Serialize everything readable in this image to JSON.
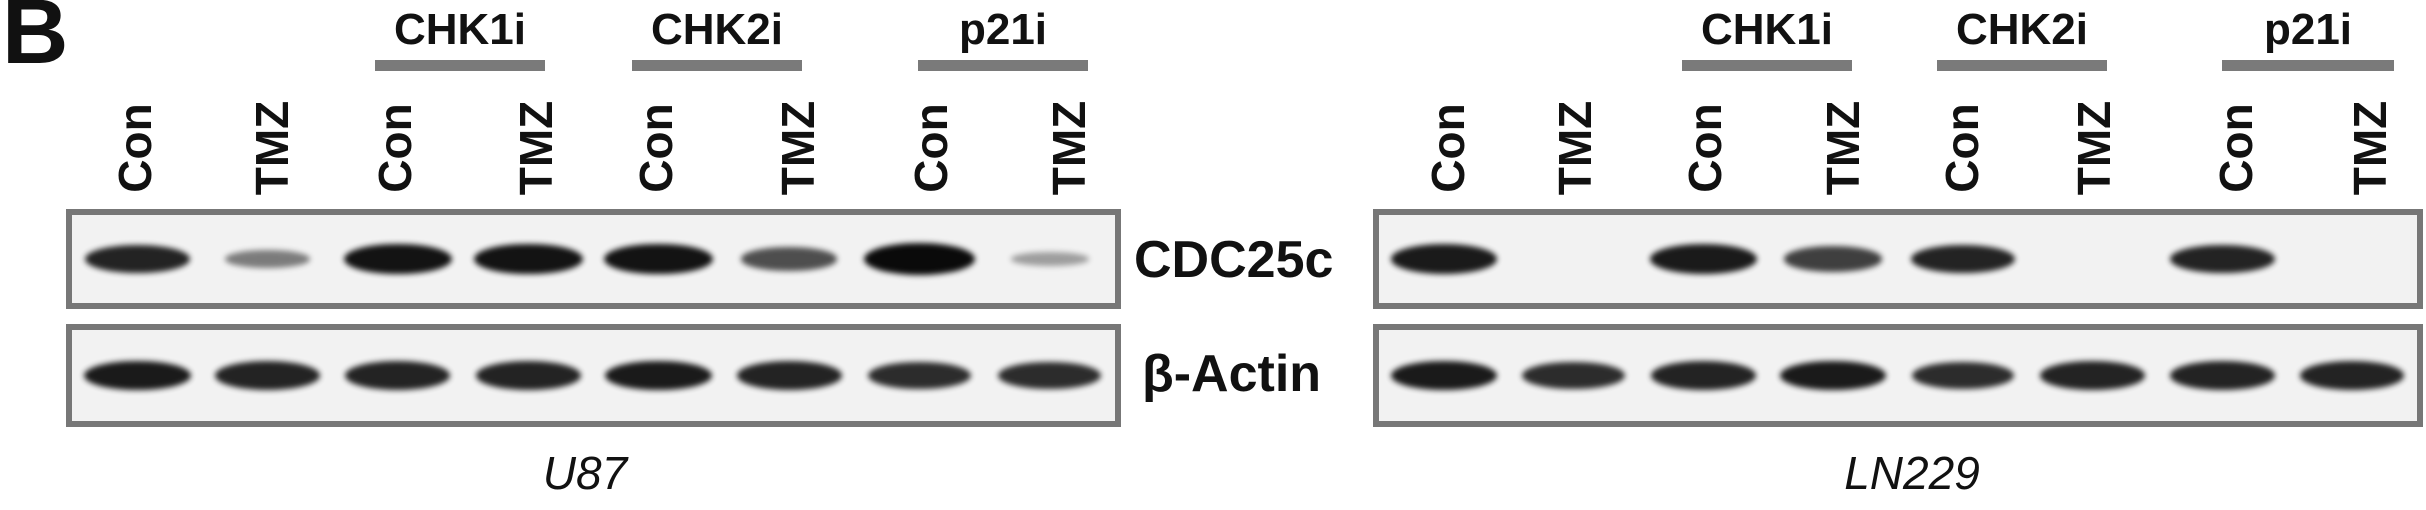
{
  "panel_letter": "B",
  "row_labels": {
    "cdc25c": "CDC25c",
    "actin": "β-Actin"
  },
  "blots": [
    {
      "cell_line": "U87",
      "groups": [
        "CHK1i",
        "CHK2i",
        "p21i"
      ],
      "lanes": [
        "Con",
        "TMZ",
        "Con",
        "TMZ",
        "Con",
        "TMZ",
        "Con",
        "TMZ"
      ],
      "cdc25c_band_intensity": [
        0.85,
        0.35,
        0.95,
        0.95,
        0.95,
        0.6,
        1.0,
        0.15
      ],
      "actin_band_intensity": [
        0.9,
        0.85,
        0.85,
        0.85,
        0.9,
        0.85,
        0.8,
        0.8
      ]
    },
    {
      "cell_line": "LN229",
      "groups": [
        "CHK1i",
        "CHK2i",
        "p21i"
      ],
      "lanes": [
        "Con",
        "TMZ",
        "Con",
        "TMZ",
        "Con",
        "TMZ",
        "Con",
        "TMZ"
      ],
      "cdc25c_band_intensity": [
        0.9,
        0.0,
        0.9,
        0.7,
        0.85,
        0.0,
        0.85,
        0.0
      ],
      "actin_band_intensity": [
        0.9,
        0.8,
        0.85,
        0.9,
        0.8,
        0.85,
        0.85,
        0.85
      ]
    }
  ]
}
